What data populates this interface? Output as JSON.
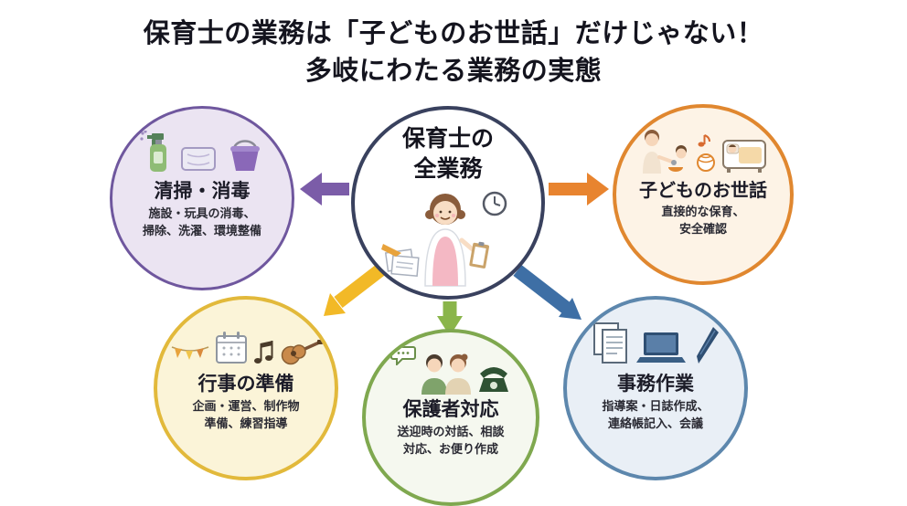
{
  "title": {
    "line1": "保育士の業務は「子どものお世話」だけじゃない！",
    "line2": "多岐にわたる業務の実態"
  },
  "center": {
    "title": "保育士の\n全業務",
    "icons": [
      "documents-icon",
      "pencil-icon",
      "teacher-illustration",
      "clock-icon",
      "clipboard-icon"
    ]
  },
  "nodes": [
    {
      "id": "cleaning",
      "title": "清掃・消毒",
      "desc": "施設・玩具の消毒、\n掃除、洗濯、環境整備",
      "accent_color": "#6f579e",
      "fill_color": "#ebe4f2",
      "icons": [
        "spray-bottle-icon",
        "cleaning-cloth-icon",
        "bucket-icon"
      ]
    },
    {
      "id": "childcare",
      "title": "子どものお世話",
      "desc": "直接的な保育、\n安全確認",
      "accent_color": "#e0872f",
      "fill_color": "#fdf3e6",
      "icons": [
        "feeding-child-icon",
        "ball-and-note-icon",
        "baby-crib-icon"
      ]
    },
    {
      "id": "events",
      "title": "行事の準備",
      "desc": "企画・運営、制作物\n準備、練習指導",
      "accent_color": "#e2b93b",
      "fill_color": "#fbf4d8",
      "icons": [
        "bunting-icon",
        "calendar-icon",
        "music-note-icon",
        "guitar-icon"
      ]
    },
    {
      "id": "parents",
      "title": "保護者対応",
      "desc": "送迎時の対話、相談\n対応、お便り作成",
      "accent_color": "#7fa84f",
      "fill_color": "#f5f8ef",
      "icons": [
        "speech-bubble-icon",
        "parents-icon",
        "telephone-icon"
      ]
    },
    {
      "id": "office",
      "title": "事務作業",
      "desc": "指導案・日誌作成、\n連絡帳記入、会議",
      "accent_color": "#5d87ad",
      "fill_color": "#e9eff6",
      "icons": [
        "documents-icon",
        "laptop-icon",
        "pen-icon"
      ]
    }
  ],
  "arrows": [
    {
      "to": "cleaning",
      "color": "#7b5ca8"
    },
    {
      "to": "childcare",
      "color": "#e8842f"
    },
    {
      "to": "events",
      "color": "#f2b927"
    },
    {
      "to": "parents",
      "color": "#8ab54a"
    },
    {
      "to": "office",
      "color": "#3e6fa5"
    }
  ]
}
